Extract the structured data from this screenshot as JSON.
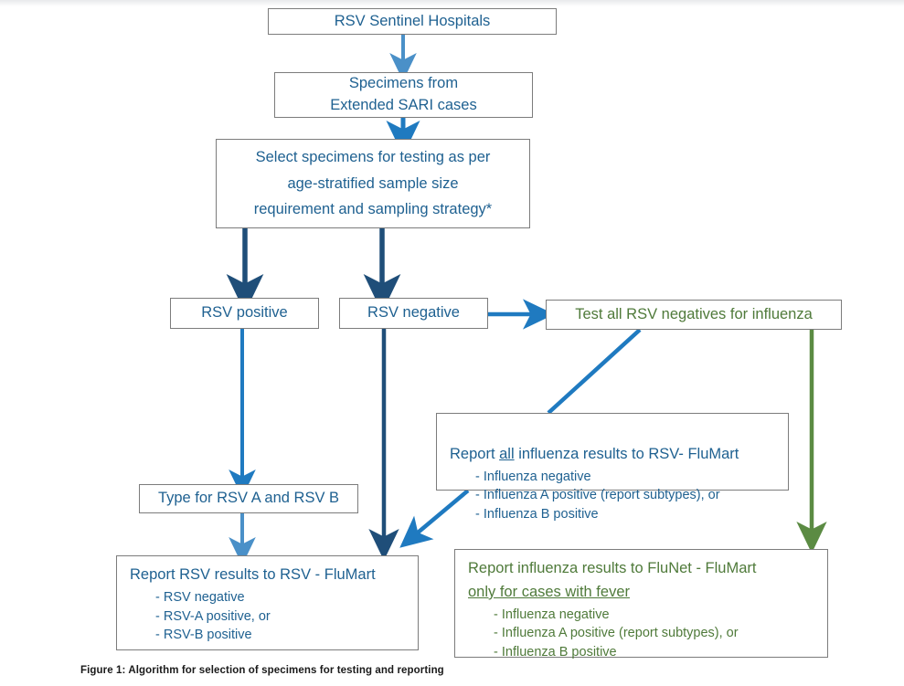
{
  "figure": {
    "caption": "Figure 1: Algorithm for selection of specimens for testing and reporting"
  },
  "palette": {
    "text_blue": "#1f6191",
    "text_green": "#4f7a3a",
    "box_border": "#7c7c7c",
    "arrow_light_blue": "#4a90c8",
    "arrow_mid_blue": "#1f7ac0",
    "arrow_dark_blue": "#1f4e79",
    "arrow_green": "#5b8b43",
    "background": "#ffffff"
  },
  "nodes": {
    "sentinel_hospitals": {
      "label": "RSV Sentinel Hospitals"
    },
    "specimens_sari": {
      "label": "Specimens from\nExtended SARI cases"
    },
    "select_specimens": {
      "label": "Select specimens for testing as per\nage-stratified sample size\nrequirement and sampling strategy*"
    },
    "rsv_positive": {
      "label": "RSV positive"
    },
    "rsv_negative": {
      "label": "RSV negative"
    },
    "test_influenza": {
      "label": "Test all RSV negatives for influenza"
    },
    "report_all_influenza": {
      "title_before": "Report ",
      "title_underlined": "all",
      "title_after": " influenza results to RSV- FluMart",
      "bullets": [
        "- Influenza negative",
        "- Influenza A positive (report subtypes), or",
        "- Influenza B positive"
      ]
    },
    "type_rsv": {
      "label": "Type for RSV A and RSV B"
    },
    "report_rsv": {
      "title": "Report RSV results to RSV - FluMart",
      "bullets": [
        "- RSV negative",
        "- RSV-A positive, or",
        "- RSV-B positive"
      ]
    },
    "report_influenza_flunet": {
      "title_line1": "Report influenza results to FluNet - FluMart",
      "title_line2_underlined": "only for cases with fever",
      "bullets": [
        "- Influenza negative",
        "- Influenza A positive (report subtypes), or",
        "- Influenza B positive"
      ]
    }
  },
  "connectors": [
    {
      "name": "sentinel-to-specimens",
      "kind": "arrow-down",
      "color": "#4a90c8"
    },
    {
      "name": "specimens-to-select",
      "kind": "arrow-down",
      "color": "#1f7ac0"
    },
    {
      "name": "select-to-rsv-positive",
      "kind": "arrow-down",
      "color": "#1f4e79"
    },
    {
      "name": "select-to-rsv-negative",
      "kind": "arrow-down",
      "color": "#1f4e79"
    },
    {
      "name": "rsv-negative-to-test-influenza",
      "kind": "arrow-right",
      "color": "#1f7ac0"
    },
    {
      "name": "rsv-positive-to-type-rsv",
      "kind": "arrow-down",
      "color": "#1f7ac0"
    },
    {
      "name": "type-rsv-to-report-rsv",
      "kind": "arrow-down",
      "color": "#4a90c8"
    },
    {
      "name": "rsv-negative-to-report-rsv",
      "kind": "arrow-down",
      "color": "#1f4e79"
    },
    {
      "name": "test-influenza-to-report-all",
      "kind": "line-diagonal",
      "color": "#1f7ac0"
    },
    {
      "name": "report-all-to-report-rsv",
      "kind": "arrow-diagonal",
      "color": "#1f7ac0"
    },
    {
      "name": "test-influenza-to-flunet",
      "kind": "arrow-down",
      "color": "#5b8b43"
    }
  ]
}
